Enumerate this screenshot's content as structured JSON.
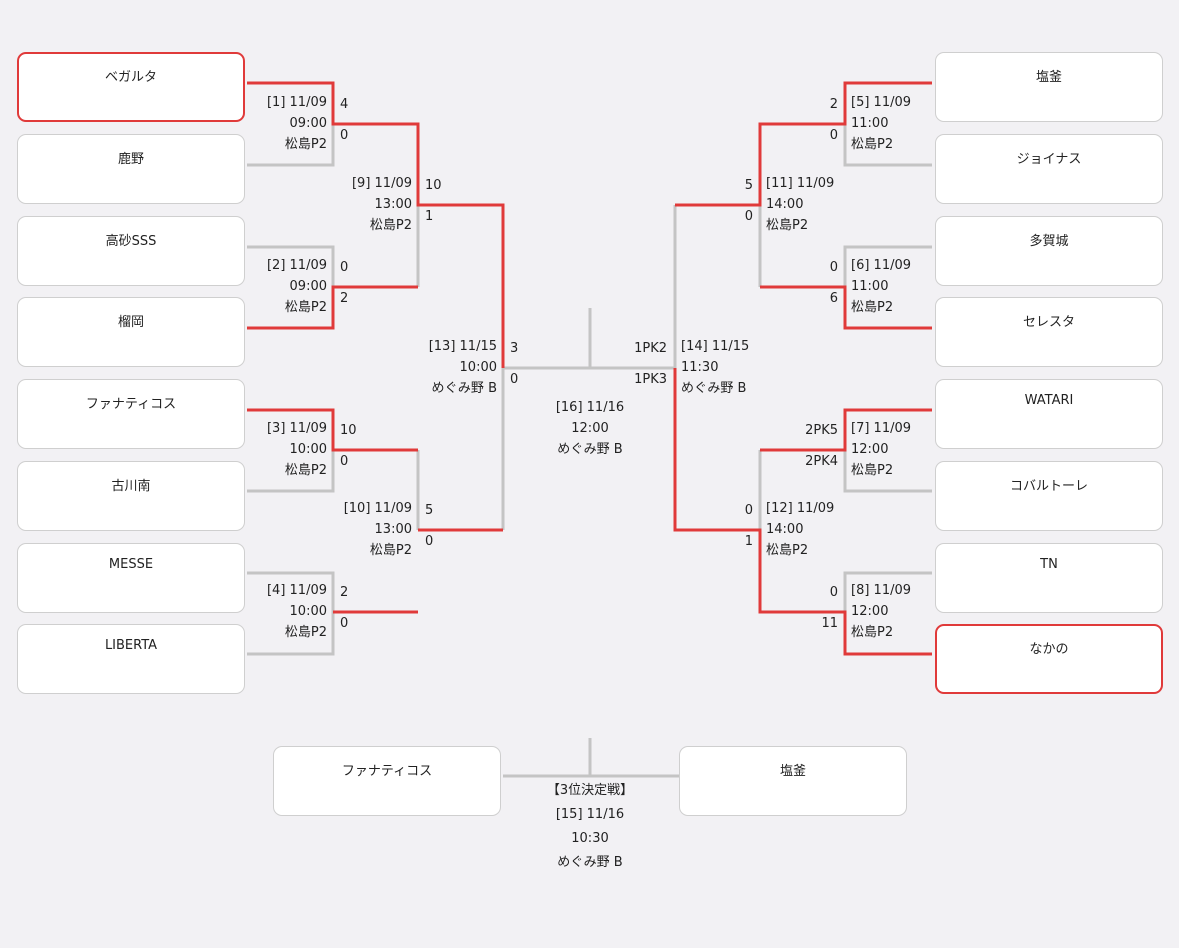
{
  "teams_left": [
    "ベガルタ",
    "鹿野",
    "高砂SSS",
    "榴岡",
    "ファナティコス",
    "古川南",
    "MESSE",
    "LIBERTA"
  ],
  "teams_right": [
    "塩釜",
    "ジョイナス",
    "多賀城",
    "セレスタ",
    "WATARI",
    "コバルトーレ",
    "TN",
    "なかの"
  ],
  "champion_path": [
    "ベガルタ",
    "なかの"
  ],
  "matches": {
    "m1": {
      "no": "[1] 11/09",
      "time": "09:00",
      "venue": "松島P2",
      "s1": "4",
      "s2": "0"
    },
    "m2": {
      "no": "[2] 11/09",
      "time": "09:00",
      "venue": "松島P2",
      "s1": "0",
      "s2": "2"
    },
    "m3": {
      "no": "[3] 11/09",
      "time": "10:00",
      "venue": "松島P2",
      "s1": "10",
      "s2": "0"
    },
    "m4": {
      "no": "[4] 11/09",
      "time": "10:00",
      "venue": "松島P2",
      "s1": "2",
      "s2": "0"
    },
    "m5": {
      "no": "[5] 11/09",
      "time": "11:00",
      "venue": "松島P2",
      "s1": "2",
      "s2": "0"
    },
    "m6": {
      "no": "[6] 11/09",
      "time": "11:00",
      "venue": "松島P2",
      "s1": "0",
      "s2": "6"
    },
    "m7": {
      "no": "[7] 11/09",
      "time": "12:00",
      "venue": "松島P2",
      "s1": "2PK5",
      "s2": "2PK4"
    },
    "m8": {
      "no": "[8] 11/09",
      "time": "12:00",
      "venue": "松島P2",
      "s1": "0",
      "s2": "11"
    },
    "m9": {
      "no": "[9] 11/09",
      "time": "13:00",
      "venue": "松島P2",
      "s1": "10",
      "s2": "1"
    },
    "m10": {
      "no": "[10] 11/09",
      "time": "13:00",
      "venue": "松島P2",
      "s1": "5",
      "s2": "0"
    },
    "m11": {
      "no": "[11] 11/09",
      "time": "14:00",
      "venue": "松島P2",
      "s1": "5",
      "s2": "0"
    },
    "m12": {
      "no": "[12] 11/09",
      "time": "14:00",
      "venue": "松島P2",
      "s1": "0",
      "s2": "1"
    },
    "m13": {
      "no": "[13] 11/15",
      "time": "10:00",
      "venue": "めぐみ野 B",
      "s1": "3",
      "s2": "0"
    },
    "m14": {
      "no": "[14] 11/15",
      "time": "11:30",
      "venue": "めぐみ野 B",
      "s1": "1PK2",
      "s2": "1PK3"
    },
    "m16": {
      "no": "[16] 11/16",
      "time": "12:00",
      "venue": "めぐみ野 B"
    }
  },
  "third_place": {
    "title": "【3位決定戦】",
    "team1": "ファナティコス",
    "team2": "塩釜",
    "no": "[15] 11/16",
    "time": "10:30",
    "venue": "めぐみ野 B"
  },
  "colors": {
    "winner_line": "#e03a3a",
    "line": "#c4c4c4"
  }
}
